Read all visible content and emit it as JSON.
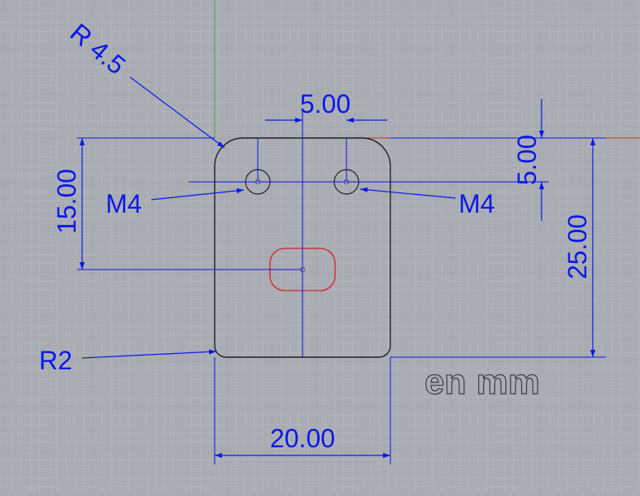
{
  "drawing": {
    "dims": {
      "hole_spacing": "5.00",
      "radius_corner": "R 4.5",
      "hole_offset_top": "5.00",
      "left_height": "15.00",
      "hole_left": "M4",
      "hole_right": "M4",
      "total_height": "25.00",
      "radius_bottom": "R2",
      "width": "20.00"
    },
    "units_label": "en mm"
  },
  "colors": {
    "background": "#a9adb3",
    "grid_minor": "#b9bcc1",
    "grid_major": "#9ea2a8",
    "dimension": "#0a18e8",
    "part_outline": "#1e1e1e",
    "slot": "#d81e1e",
    "axis_x": "#c0392b",
    "axis_y": "#3fae49"
  }
}
